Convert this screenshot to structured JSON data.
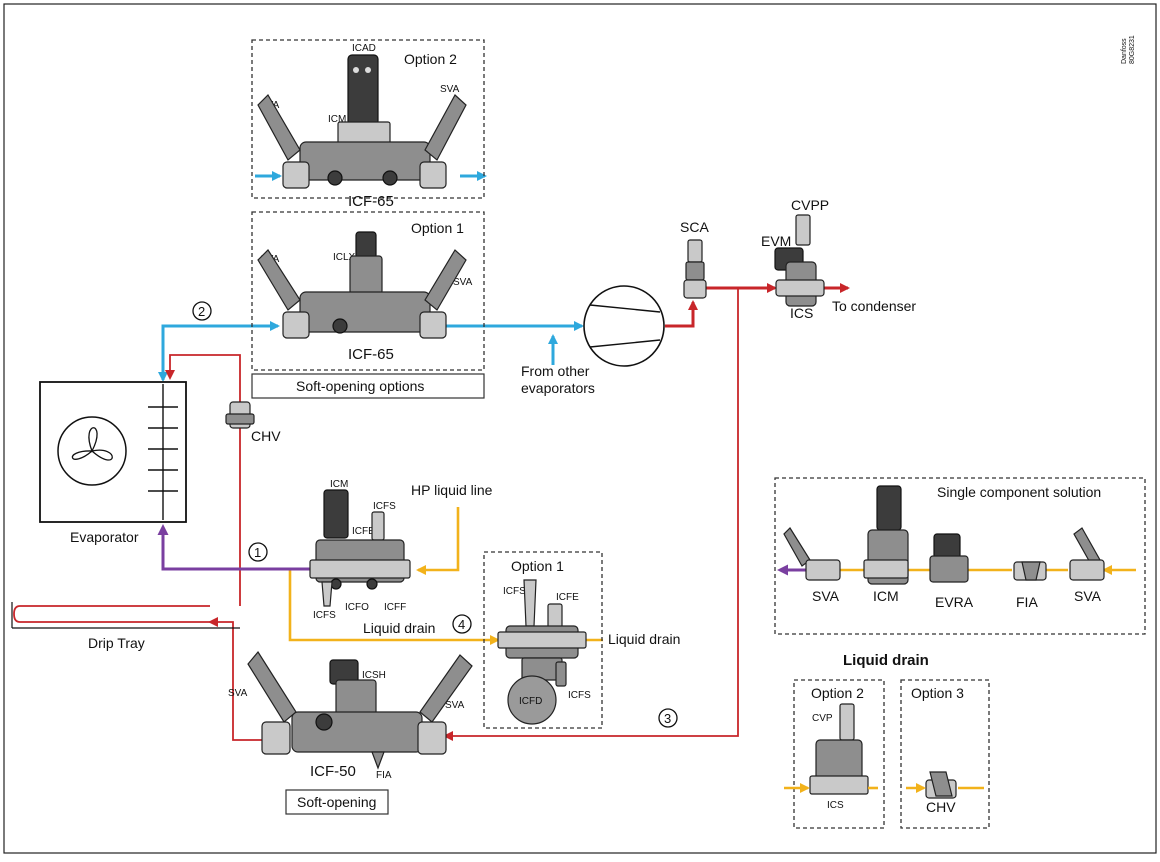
{
  "brand": {
    "stamp_line1": "Danfoss",
    "stamp_line2": "80G8231"
  },
  "top_group": {
    "option2_title": "Option 2",
    "option1_title": "Option 1",
    "icad": "ICAD",
    "icm": "ICM",
    "iclx": "ICLX",
    "sva_left": "SVA",
    "sva_right": "SVA",
    "valve_name_top": "ICF-65",
    "valve_name_mid": "ICF-65",
    "soft_opening_options": "Soft-opening options"
  },
  "flow_markers": [
    "1",
    "2",
    "3",
    "4"
  ],
  "compressor": {
    "from_other_line1": "From other",
    "from_other_line2": "evaporators",
    "sca": "SCA",
    "cvpp": "CVPP",
    "evm": "EVM",
    "ics": "ICS",
    "to_condenser": "To condenser"
  },
  "evaporator": {
    "label": "Evaporator",
    "chv": "CHV",
    "drip_tray": "Drip Tray"
  },
  "liquid_valve": {
    "icm": "ICM",
    "icfs_top": "ICFS",
    "icfe": "ICFE",
    "icfs_bottom": "ICFS",
    "icfo": "ICFO",
    "icff": "ICFF",
    "hp_liquid_line": "HP liquid line",
    "liquid_drain": "Liquid drain"
  },
  "option1_drain": {
    "title": "Option 1",
    "icfs_top": "ICFS",
    "icfe": "ICFE",
    "icfd": "ICFD",
    "icfs_bottom": "ICFS",
    "liquid_drain_right": "Liquid drain"
  },
  "icf50": {
    "icsh": "ICSH",
    "sva_left": "SVA",
    "sva_right": "SVA",
    "fia": "FIA",
    "name": "ICF-50",
    "soft_opening": "Soft-opening"
  },
  "single_component": {
    "title": "Single component solution",
    "items": [
      "SVA",
      "ICM",
      "EVRA",
      "FIA",
      "SVA"
    ]
  },
  "liquid_drain_options": {
    "heading": "Liquid drain",
    "option2_title": "Option 2",
    "option2_cvp": "CVP",
    "option2_ics": "ICS",
    "option3_title": "Option 3",
    "option3_chv": "CHV"
  },
  "colors": {
    "suction": "#2ea8dd",
    "discharge_hot_gas": "#c8262a",
    "liquid": "#f2b21b",
    "hp_liquid_feed": "#7a3fa0"
  }
}
